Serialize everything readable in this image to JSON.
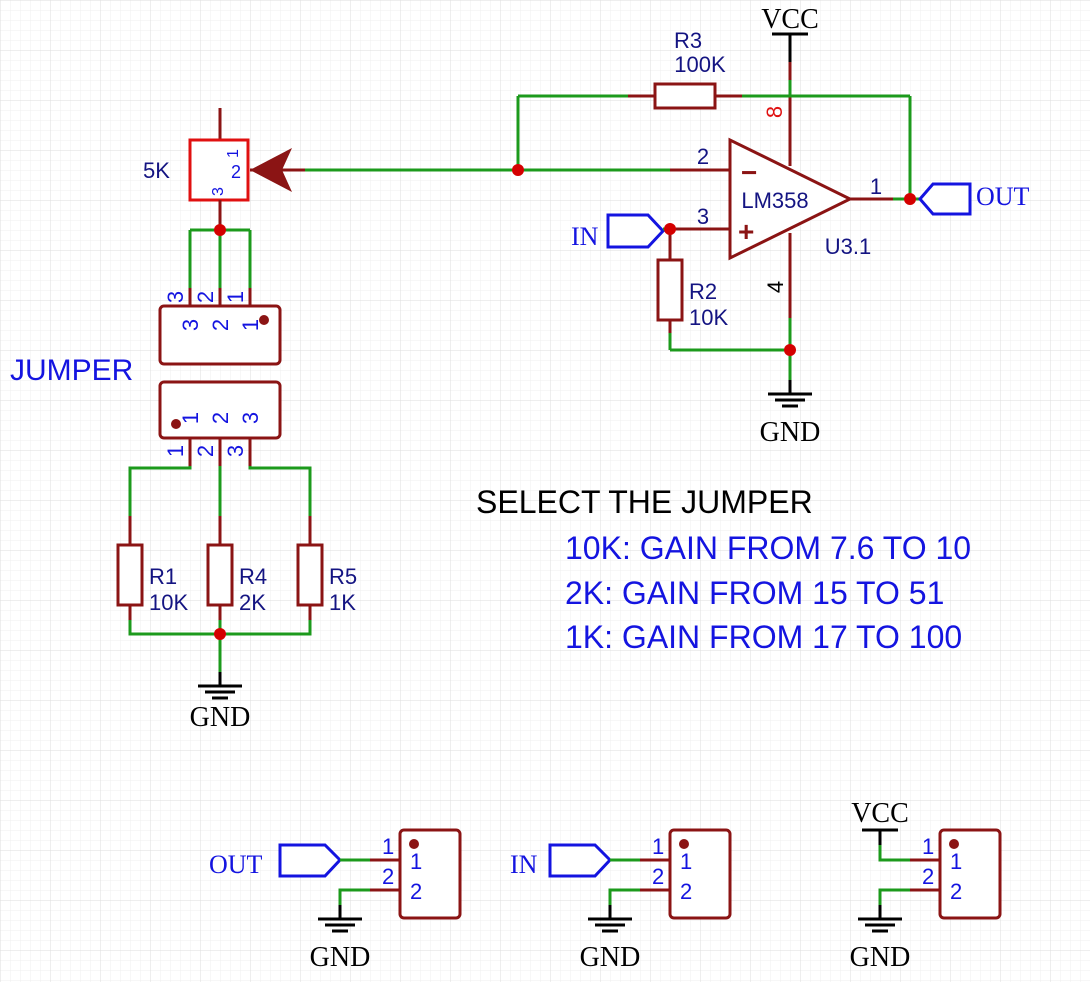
{
  "nets": {
    "vcc": "VCC",
    "gnd": "GND",
    "in": "IN",
    "out": "OUT"
  },
  "opamp": {
    "part": "LM358",
    "ref": "U3.1",
    "pin_out": "1",
    "pin_inv": "2",
    "pin_noninv": "3",
    "pin_gnd": "4",
    "pin_vcc": "8",
    "minus": "−",
    "plus": "+"
  },
  "resistors": {
    "r1": {
      "ref": "R1",
      "value": "10K"
    },
    "r2": {
      "ref": "R2",
      "value": "10K"
    },
    "r3": {
      "ref": "R3",
      "value": "100K"
    },
    "r4": {
      "ref": "R4",
      "value": "2K"
    },
    "r5": {
      "ref": "R5",
      "value": "1K"
    }
  },
  "pot": {
    "value": "5K",
    "pin1": "1",
    "pin2": "2",
    "pin3": "3"
  },
  "jumper": {
    "label": "JUMPER",
    "top_pins": [
      "3",
      "2",
      "1"
    ],
    "bottom_pins": [
      "1",
      "2",
      "3"
    ]
  },
  "connector_pins": [
    "1",
    "2"
  ],
  "notes": {
    "heading": "SELECT THE JUMPER",
    "lines": [
      "10K: GAIN FROM 7.6 TO 10",
      "2K: GAIN FROM 15 TO 51",
      "1K: GAIN FROM 17 TO 100"
    ]
  },
  "colors": {
    "wire": "#1c9a1c",
    "component": "#8b1414",
    "junction": "#d40000",
    "label_blue": "#1414e0",
    "grid": "#e6e6e6"
  }
}
